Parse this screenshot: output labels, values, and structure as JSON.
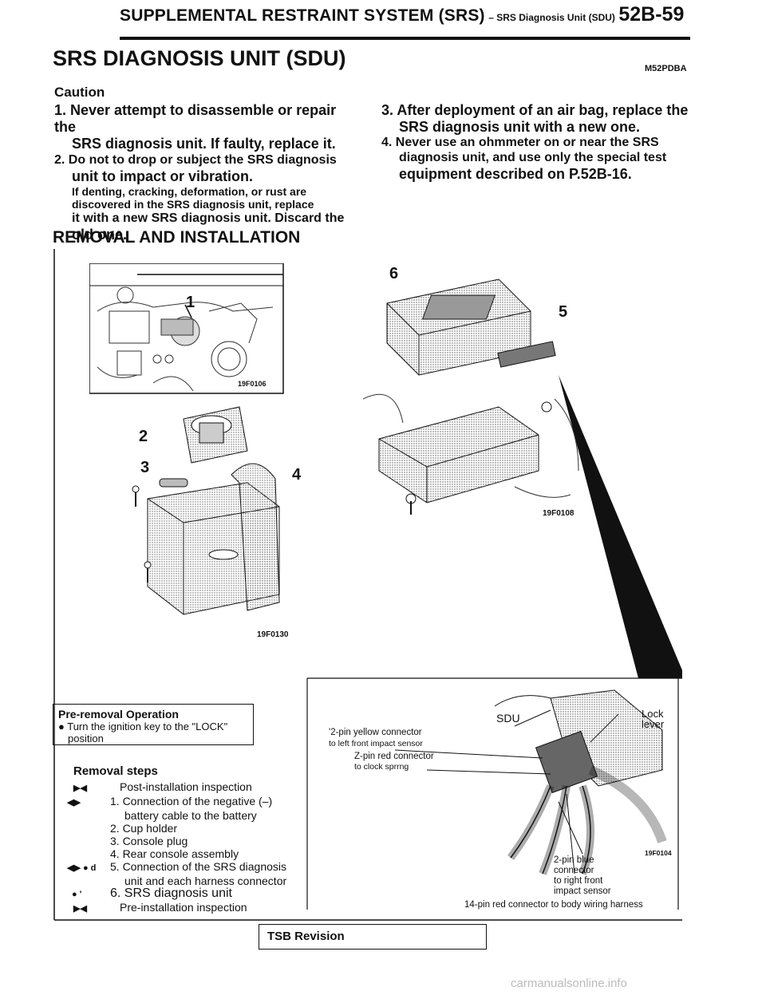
{
  "header": {
    "main": "SUPPLEMENTAL RESTRAINT SYSTEM (SRS)",
    "sub": "– SRS Diagnosis Unit (SDU)",
    "code": "52B-59"
  },
  "title": "SRS DIAGNOSIS UNIT (SDU)",
  "manual_code": "M52PDBA",
  "caution": {
    "heading": "Caution",
    "item1": "1. Never attempt to disassemble or repair the",
    "item1b": "SRS diagnosis unit. If faulty, replace it.",
    "item2": "2. Do not to drop or subject the SRS diagnosis",
    "item2b": "unit to impact or vibration.",
    "item2c": "If denting, cracking, deformation, or rust are",
    "item2d": "discovered in the SRS diagnosis unit, replace",
    "item2e": "it with a new SRS diagnosis unit. Discard the",
    "item2f": "old one.",
    "item3": "3. After deployment of an air bag, replace the",
    "item3b": "SRS diagnosis unit with a new one.",
    "item4": "4. Never use an ohmmeter on or near the SRS",
    "item4b": "diagnosis unit, and use only the special test",
    "item4c": "equipment described on P.52B-16."
  },
  "section": "REMOVAL AND INSTALLATION",
  "figures": {
    "fig1": "19F0106",
    "fig2": "19F0130",
    "fig3": "19F0108",
    "fig4": "19F0104",
    "n1": "1",
    "n2": "2",
    "n3": "3",
    "n4": "4",
    "n5": "5",
    "n6": "6"
  },
  "pre_removal": {
    "title": "Pre-removal Operation",
    "line1": "● Turn the ignition key to the \"LOCK\"",
    "line2": "position"
  },
  "removal": {
    "title": "Removal steps",
    "steps": [
      {
        "mark": "▶◀",
        "text": "Post-installation inspection"
      },
      {
        "mark": "◀▶",
        "text": "1. Connection of the negative (–)"
      },
      {
        "mark": "",
        "text": "battery cable to the battery"
      },
      {
        "mark": "",
        "text": "2. Cup holder"
      },
      {
        "mark": "",
        "text": "3. Console plug"
      },
      {
        "mark": "",
        "text": "4. Rear console assembly"
      },
      {
        "mark": "◀▶ ● d",
        "text": "5. Connection of the SRS diagnosis"
      },
      {
        "mark": "",
        "text": "unit and each harness connector"
      },
      {
        "mark": "● '",
        "text": "6. SRS diagnosis unit"
      },
      {
        "mark": "▶◀",
        "text": "Pre-installation inspection"
      }
    ]
  },
  "callouts": {
    "sdu": "SDU",
    "lock1": "Lock",
    "lock2": "lever",
    "c1a": "'2-pin yellow connector",
    "c1b": "to left front impact sensor",
    "c2a": "Z-pin red connector",
    "c2b": "to clock sprrng",
    "c3a": "2-pin blue",
    "c3b": "connector",
    "c3c": "to right front",
    "c3d": "impact sensor",
    "c4": "14-pin red connector to body wiring harness"
  },
  "footer": {
    "tsb": "TSB Revision"
  },
  "watermark": "carmanualsonline.info"
}
